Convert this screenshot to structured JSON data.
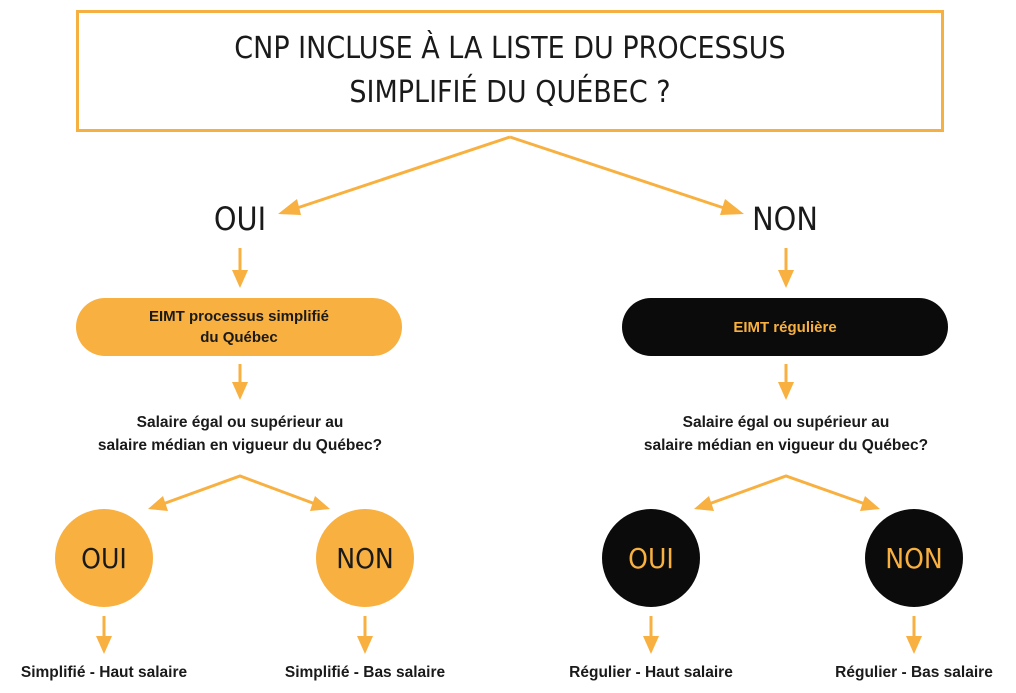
{
  "title": {
    "line1": "CNP INCLUSE À LA LISTE DU PROCESSUS",
    "line2": "SIMPLIFIÉ DU QUÉBEC ?"
  },
  "branches": {
    "yes": {
      "label": "OUI",
      "box_line1": "EIMT processus simplifié",
      "box_line2": "du Québec",
      "question_line1": "Salaire égal ou supérieur au",
      "question_line2": "salaire médian en vigueur du Québec?",
      "yes_label": "OUI",
      "no_label": "NON",
      "yes_outcome": "Simplifié - Haut salaire",
      "no_outcome": "Simplifié - Bas salaire"
    },
    "no": {
      "label": "NON",
      "box_line1": "EIMT régulière",
      "question_line1": "Salaire égal ou supérieur au",
      "question_line2": "salaire médian en vigueur du Québec?",
      "yes_label": "OUI",
      "no_label": "NON",
      "yes_outcome": "Régulier - Haut salaire",
      "no_outcome": "Régulier - Bas salaire"
    }
  },
  "colors": {
    "accent": "#f8b040",
    "dark": "#0b0b0b",
    "text": "#1a1a1a"
  }
}
